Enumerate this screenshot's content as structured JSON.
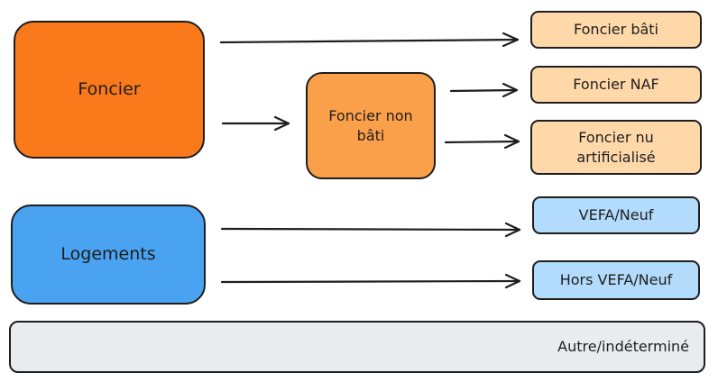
{
  "nodes": {
    "foncier": "Foncier",
    "foncier_non_bati": "Foncier non bâti",
    "foncier_bati": "Foncier bâti",
    "foncier_naf": "Foncier NAF",
    "foncier_nu_artificialise": "Foncier nu artificialisé",
    "logements": "Logements",
    "vefa_neuf": "VEFA/Neuf",
    "hors_vefa_neuf": "Hors VEFA/Neuf",
    "autre_indetermine": "Autre/indéterminé"
  },
  "colors": {
    "foncier": "#f9791b",
    "foncier_non_bati": "#fba04a",
    "foncier_leaf": "#ffd8aa",
    "logements": "#4aa3f0",
    "logements_leaf": "#b3dbfb",
    "autre": "#e9ecef",
    "stroke": "#1e1e1e"
  },
  "edges": [
    {
      "from": "foncier",
      "to": "foncier_bati"
    },
    {
      "from": "foncier",
      "to": "foncier_non_bati"
    },
    {
      "from": "foncier_non_bati",
      "to": "foncier_naf"
    },
    {
      "from": "foncier_non_bati",
      "to": "foncier_nu_artificialise"
    },
    {
      "from": "logements",
      "to": "vefa_neuf"
    },
    {
      "from": "logements",
      "to": "hors_vefa_neuf"
    }
  ]
}
